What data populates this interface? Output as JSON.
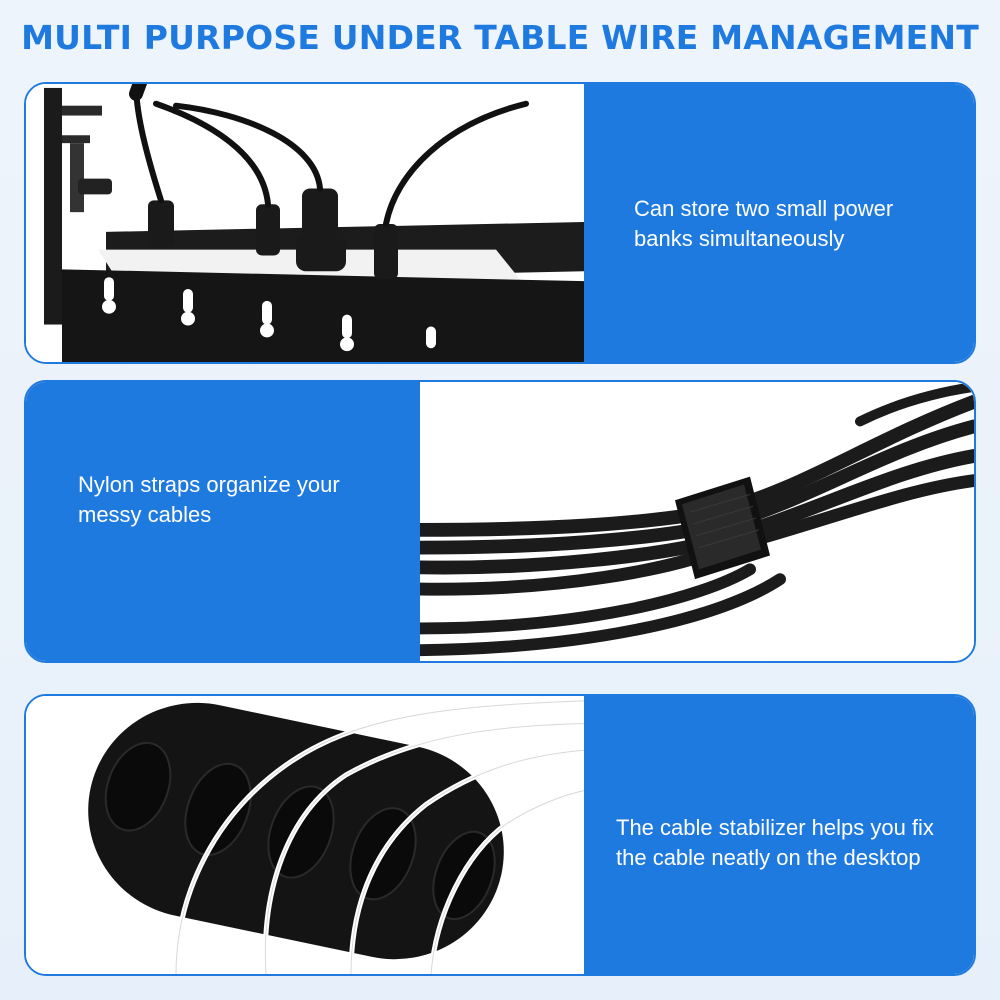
{
  "header": {
    "title": "MULTI PURPOSE UNDER TABLE WIRE MANAGEMENT"
  },
  "colors": {
    "accent": "#1f7ae0",
    "background": "#e9f1fa",
    "text_on_accent": "#ffffff"
  },
  "panels": [
    {
      "caption": "Can store two small power banks simultaneously",
      "image": "power-strip-tray-photo"
    },
    {
      "caption": "Nylon straps organize your messy cables",
      "image": "cable-strap-photo"
    },
    {
      "caption": "The cable stabilizer helps you fix the cable neatly on the desktop",
      "image": "cable-clip-holder-photo"
    }
  ]
}
